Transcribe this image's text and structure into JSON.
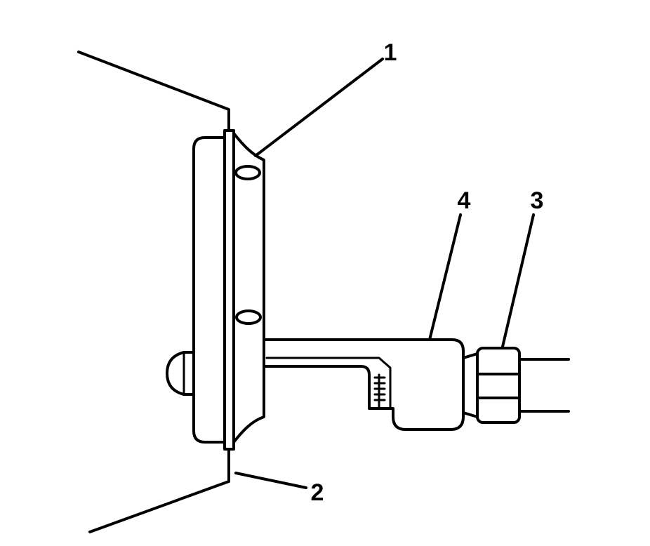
{
  "diagram": {
    "colors": {
      "line": "#000000",
      "fill": "#ffffff"
    },
    "callouts": [
      {
        "id": "1",
        "label": "1"
      },
      {
        "id": "2",
        "label": "2"
      },
      {
        "id": "3",
        "label": "3"
      },
      {
        "id": "4",
        "label": "4"
      }
    ]
  }
}
